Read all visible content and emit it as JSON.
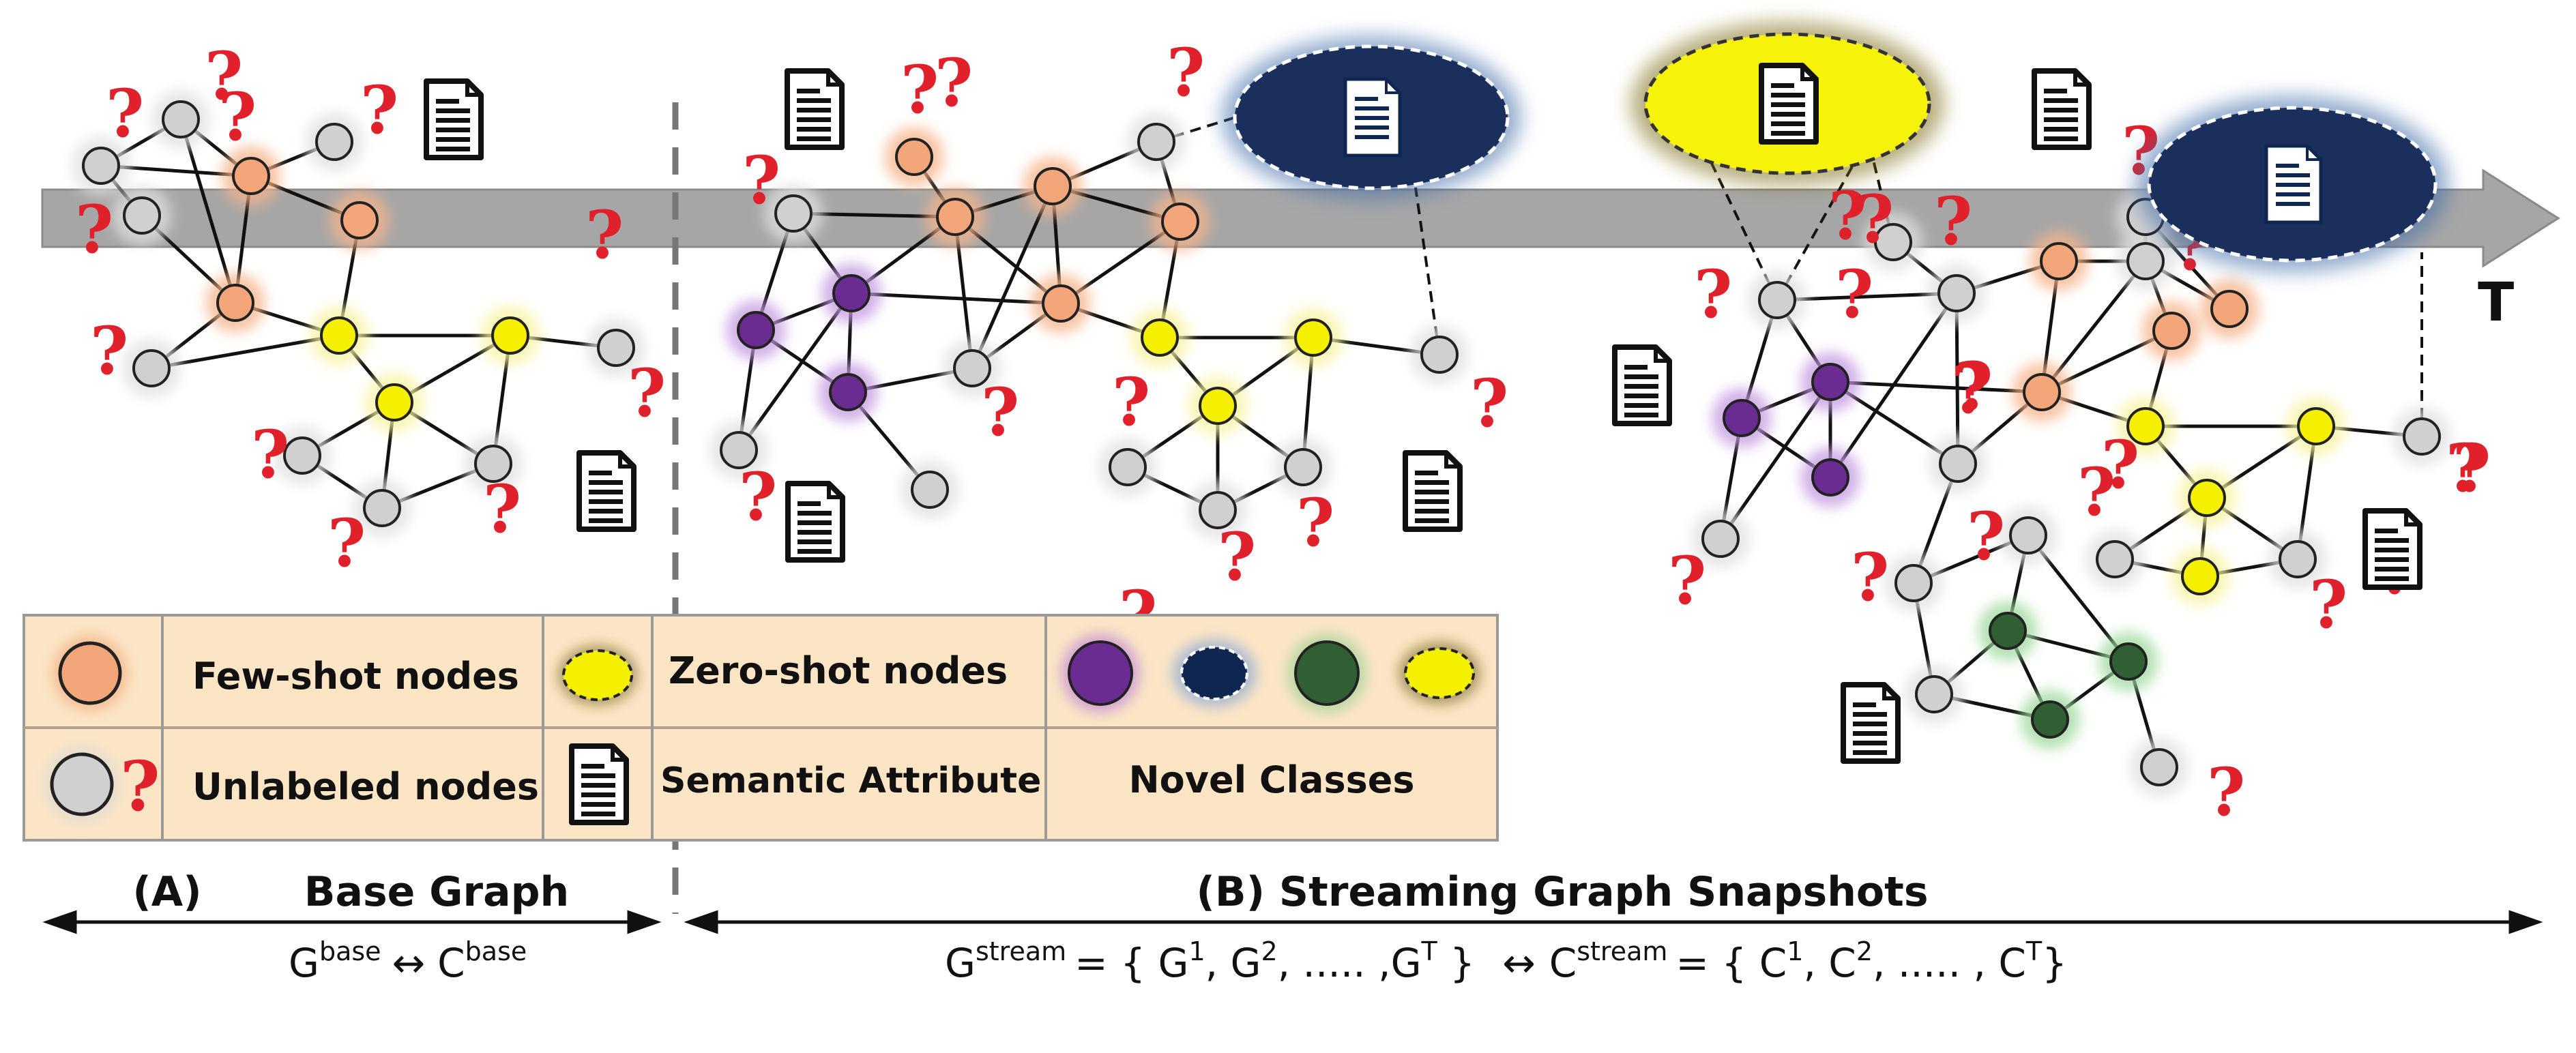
{
  "timeline": {
    "end_label": "T"
  },
  "legend": {
    "few_shot": "Few-shot nodes",
    "unlabeled": "Unlabeled nodes",
    "unlabeled_mark": "?",
    "zero_shot": "Zero-shot nodes",
    "semantic": "Semantic Attribute",
    "novel": "Novel Classes"
  },
  "sections": {
    "a_tag": "(A)",
    "a_title": "Base Graph",
    "b_title": "(B) Streaming Graph Snapshots"
  },
  "formulas": {
    "base_g": "G",
    "base_g_sup": "base",
    "base_arrow": "↔",
    "base_c": "C",
    "base_c_sup": "base",
    "stream_g": "G",
    "stream_g_sup": "stream",
    "stream_g_set": "= { G",
    "stream_g_1": "1",
    "stream_g_mid": ", G",
    "stream_g_2": "2",
    "stream_g_dots": ", ..... ,G",
    "stream_g_T": "T",
    "stream_g_close": " }",
    "stream_arrow": "↔",
    "stream_c": "C",
    "stream_c_sup": "stream",
    "stream_c_set": "= { C",
    "stream_c_1": "1",
    "stream_c_mid": ", C",
    "stream_c_2": "2",
    "stream_c_dots": ", ..... , C",
    "stream_c_T": "T",
    "stream_c_close": "}"
  },
  "question_mark": "?",
  "colors": {
    "few_shot": "#f2a679",
    "unlabeled": "#d0d0d0",
    "zero_shot": "#f5f000",
    "novel_purple": "#6b2c91",
    "novel_navy": "#0f2650",
    "novel_green": "#2f5f32",
    "legend_bg": "#fbe5c5",
    "timeline": "#a6a6a6",
    "question": "#e0202a"
  }
}
